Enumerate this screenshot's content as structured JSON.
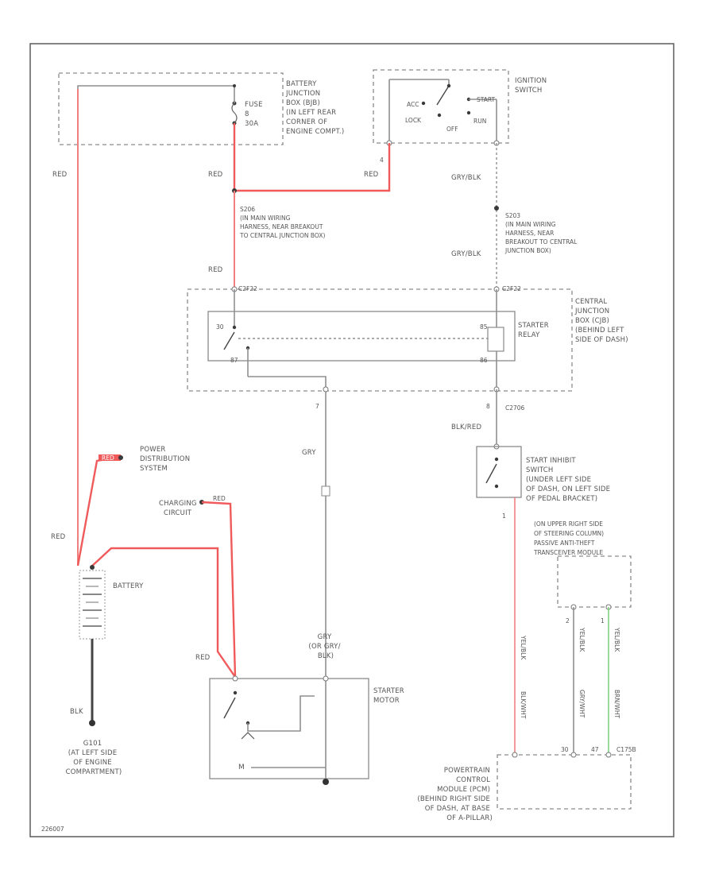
{
  "colors": {
    "red_wire": "#f08080",
    "red_heavy": "#f05a5a",
    "green_wire": "#7fd27f",
    "line": "#8f8f8f",
    "ground": "#444444"
  },
  "battery_jbox": {
    "label": [
      "BATTERY",
      "JUNCTION",
      "BOX (BJB)",
      "(IN LEFT REAR",
      "CORNER OF",
      "ENGINE COMPT.)"
    ],
    "fuse": [
      "FUSE",
      "8",
      "30A"
    ]
  },
  "ignition_switch": {
    "label": [
      "IGNITION",
      "SWITCH"
    ],
    "positions": {
      "acc": "ACC",
      "lock": "LOCK",
      "off": "OFF",
      "run": "RUN",
      "start": "START"
    },
    "pin": "4"
  },
  "wires": {
    "red_left": "RED",
    "red_mid": "RED",
    "red_ign": "RED",
    "red_to_cjb": "RED",
    "gry_blk_top": "GRY/BLK",
    "gry_blk_mid": "GRY/BLK",
    "gry": "GRY",
    "blk_red": "BLK/RED",
    "red_batt": "RED",
    "red_starter": "RED",
    "starter_feed": [
      "GRY",
      "(OR GRY/",
      "BLK)"
    ],
    "blk": "BLK",
    "pcm_a": "YEL/BLK",
    "pcm_a2": "BLK/WHT",
    "pcm_b": "YEL/BLK",
    "pcm_b2": "GRY/WHT",
    "pcm_c": "YEL/BLK",
    "pcm_c2": "BRN/WHT",
    "pwr_tag": "RED",
    "chg_tag": "RED"
  },
  "splices": {
    "s206": [
      "S206",
      "(IN MAIN WIRING",
      "HARNESS, NEAR BREAKOUT",
      "TO CENTRAL JUNCTION BOX)"
    ],
    "s203": [
      "S203",
      "(IN MAIN WIRING",
      "HARNESS, NEAR",
      "BREAKOUT TO CENTRAL",
      "JUNCTION BOX)"
    ]
  },
  "cjb": {
    "label": [
      "CENTRAL",
      "JUNCTION",
      "BOX (CJB)",
      "(BEHIND LEFT",
      "SIDE OF DASH)"
    ],
    "connector_left": "C2F22",
    "connector_right": "C2F22",
    "relay_label": [
      "STARTER",
      "RELAY"
    ],
    "pins": {
      "p30": "30",
      "p87": "87",
      "p85": "85",
      "p86": "86"
    },
    "pin_out": "7",
    "pin_right_out": "8"
  },
  "c2706": "C2706",
  "start_inhibit": {
    "label": [
      "START INHIBIT",
      "SWITCH",
      "(UNDER LEFT SIDE",
      "OF DASH, ON LEFT SIDE",
      "OF PEDAL BRACKET)"
    ],
    "pin": "1"
  },
  "power_distribution": [
    "POWER",
    "DISTRIBUTION",
    "SYSTEM"
  ],
  "charging_circuit": [
    "CHARGING",
    "CIRCUIT"
  ],
  "battery": "BATTERY",
  "ground": [
    "G101",
    "(AT LEFT SIDE",
    "OF ENGINE",
    "COMPARTMENT)"
  ],
  "starter_motor": [
    "STARTER",
    "MOTOR"
  ],
  "pats_module": {
    "label": [
      "(ON UPPER RIGHT SIDE",
      "OF STEERING COLUMN)",
      "PASSIVE ANTI-THEFT",
      "TRANSCEIVER MODULE"
    ],
    "pins": [
      "2",
      "1"
    ]
  },
  "pcm": {
    "label": [
      "POWERTRAIN",
      "CONTROL",
      "MODULE (PCM)",
      "(BEHIND RIGHT SIDE",
      "OF DASH, AT BASE",
      "OF A-PILLAR)"
    ],
    "pins": [
      "30",
      "47"
    ],
    "connector": "C175B"
  },
  "footer": "226007"
}
